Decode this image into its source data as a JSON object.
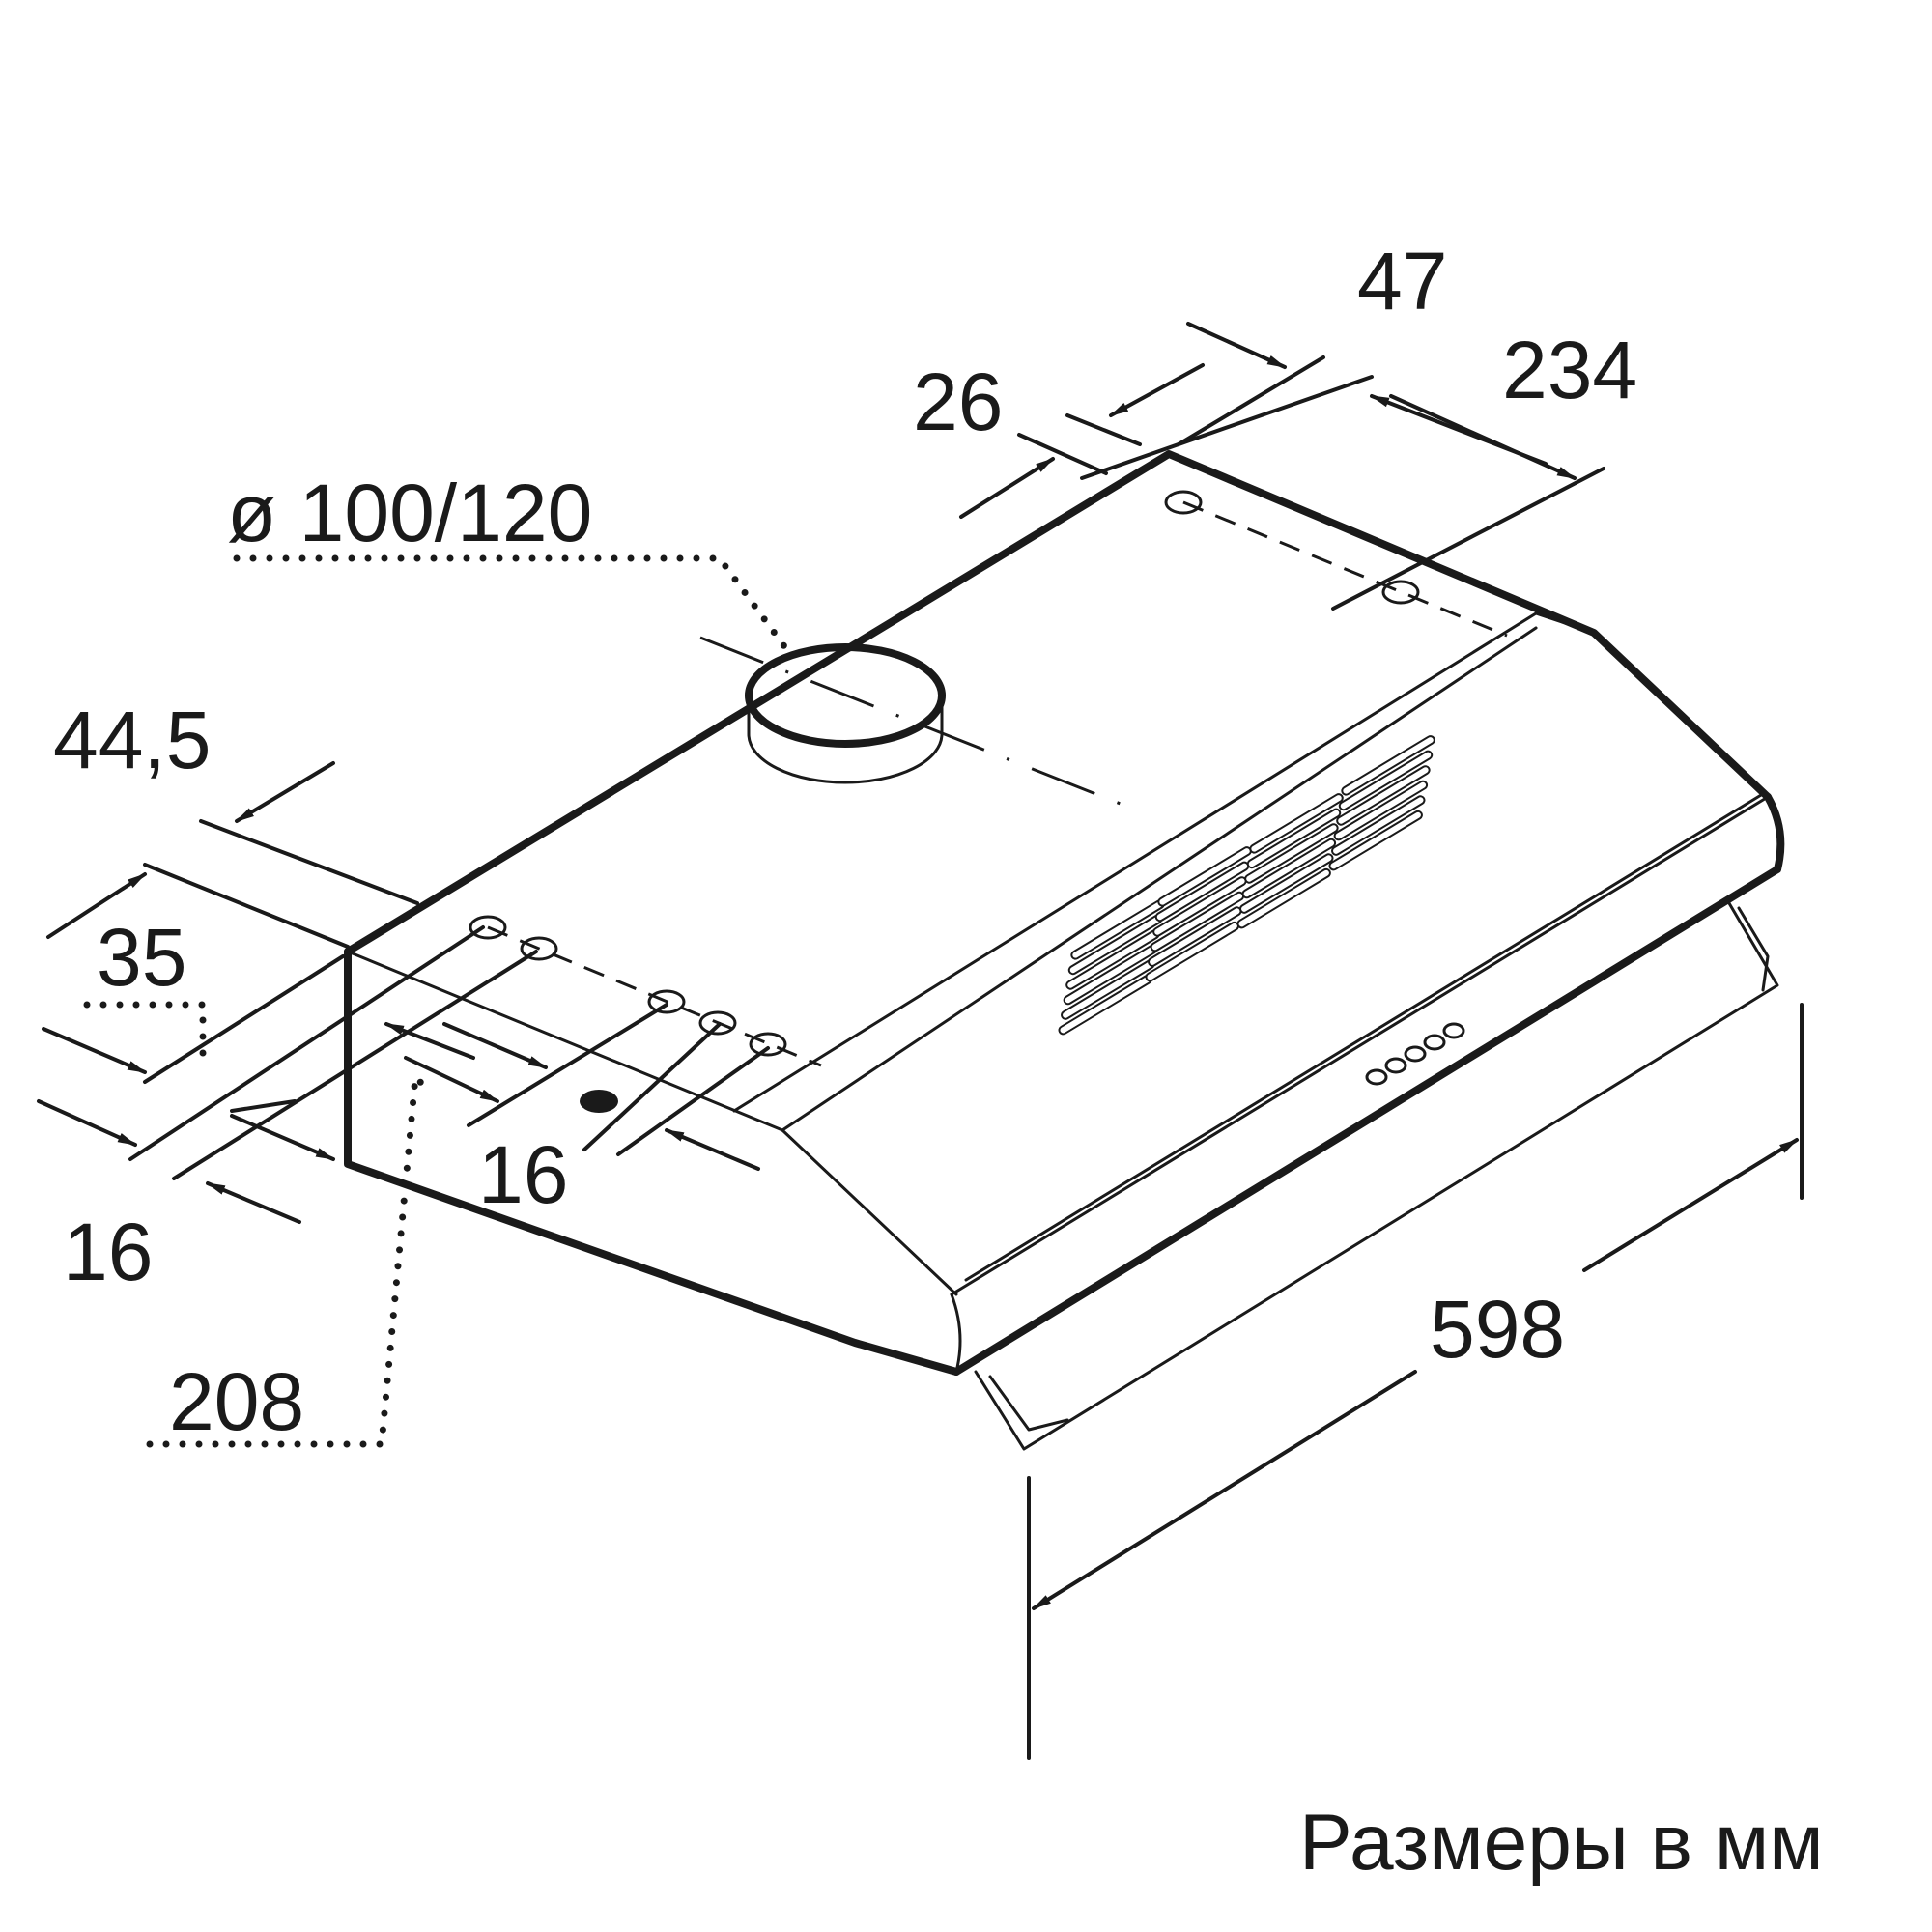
{
  "dimensions": {
    "outlet_diameter": "ø 100/120",
    "d47": "47",
    "d26": "26",
    "d234": "234",
    "d44_5": "44,5",
    "d35": "35",
    "d16_left": "16",
    "d16_mid": "16",
    "d208": "208",
    "d598": "598"
  },
  "caption": "Размеры в мм"
}
